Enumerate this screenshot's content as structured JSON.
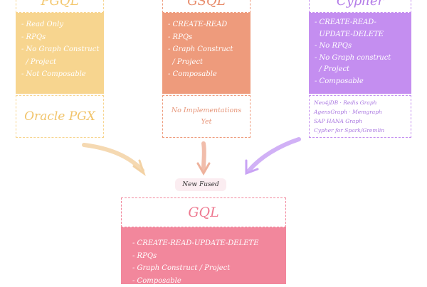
{
  "colors": {
    "pgql": "#f7d58f",
    "gsql": "#ee9b7c",
    "cypher": "#c48ef0",
    "gql": "#f2879c"
  },
  "pgql": {
    "title": "PGQL",
    "items": [
      "- Read Only",
      "- RPQs",
      "- No Graph Construct",
      "  / Project",
      "- Not Composable"
    ],
    "implementations": [
      "Oracle PGX"
    ]
  },
  "gsql": {
    "title": "GSQL",
    "items": [
      "- CREATE-READ",
      "- RPQs",
      "- Graph Construct",
      "  / Project",
      "- Composable"
    ],
    "implementations": [
      "No Implementations",
      "Yet"
    ]
  },
  "cypher": {
    "title": "Cypher",
    "items": [
      "- CREATE-READ-",
      "  UPDATE-DELETE",
      "- No RPQs",
      "- No Graph construct",
      "  / Project",
      "- Composable"
    ],
    "implementations": [
      "Neo4jDB · Redis Graph",
      "AgensGraph · Memgraph",
      "SAP HANA Graph",
      "Cypher for Spark/Gremlin"
    ]
  },
  "fused_label": "New Fused",
  "gql": {
    "title": "GQL",
    "items": [
      "- CREATE-READ-UPDATE-DELETE",
      "- RPQs",
      "- Graph Construct / Project",
      "- Composable"
    ]
  }
}
